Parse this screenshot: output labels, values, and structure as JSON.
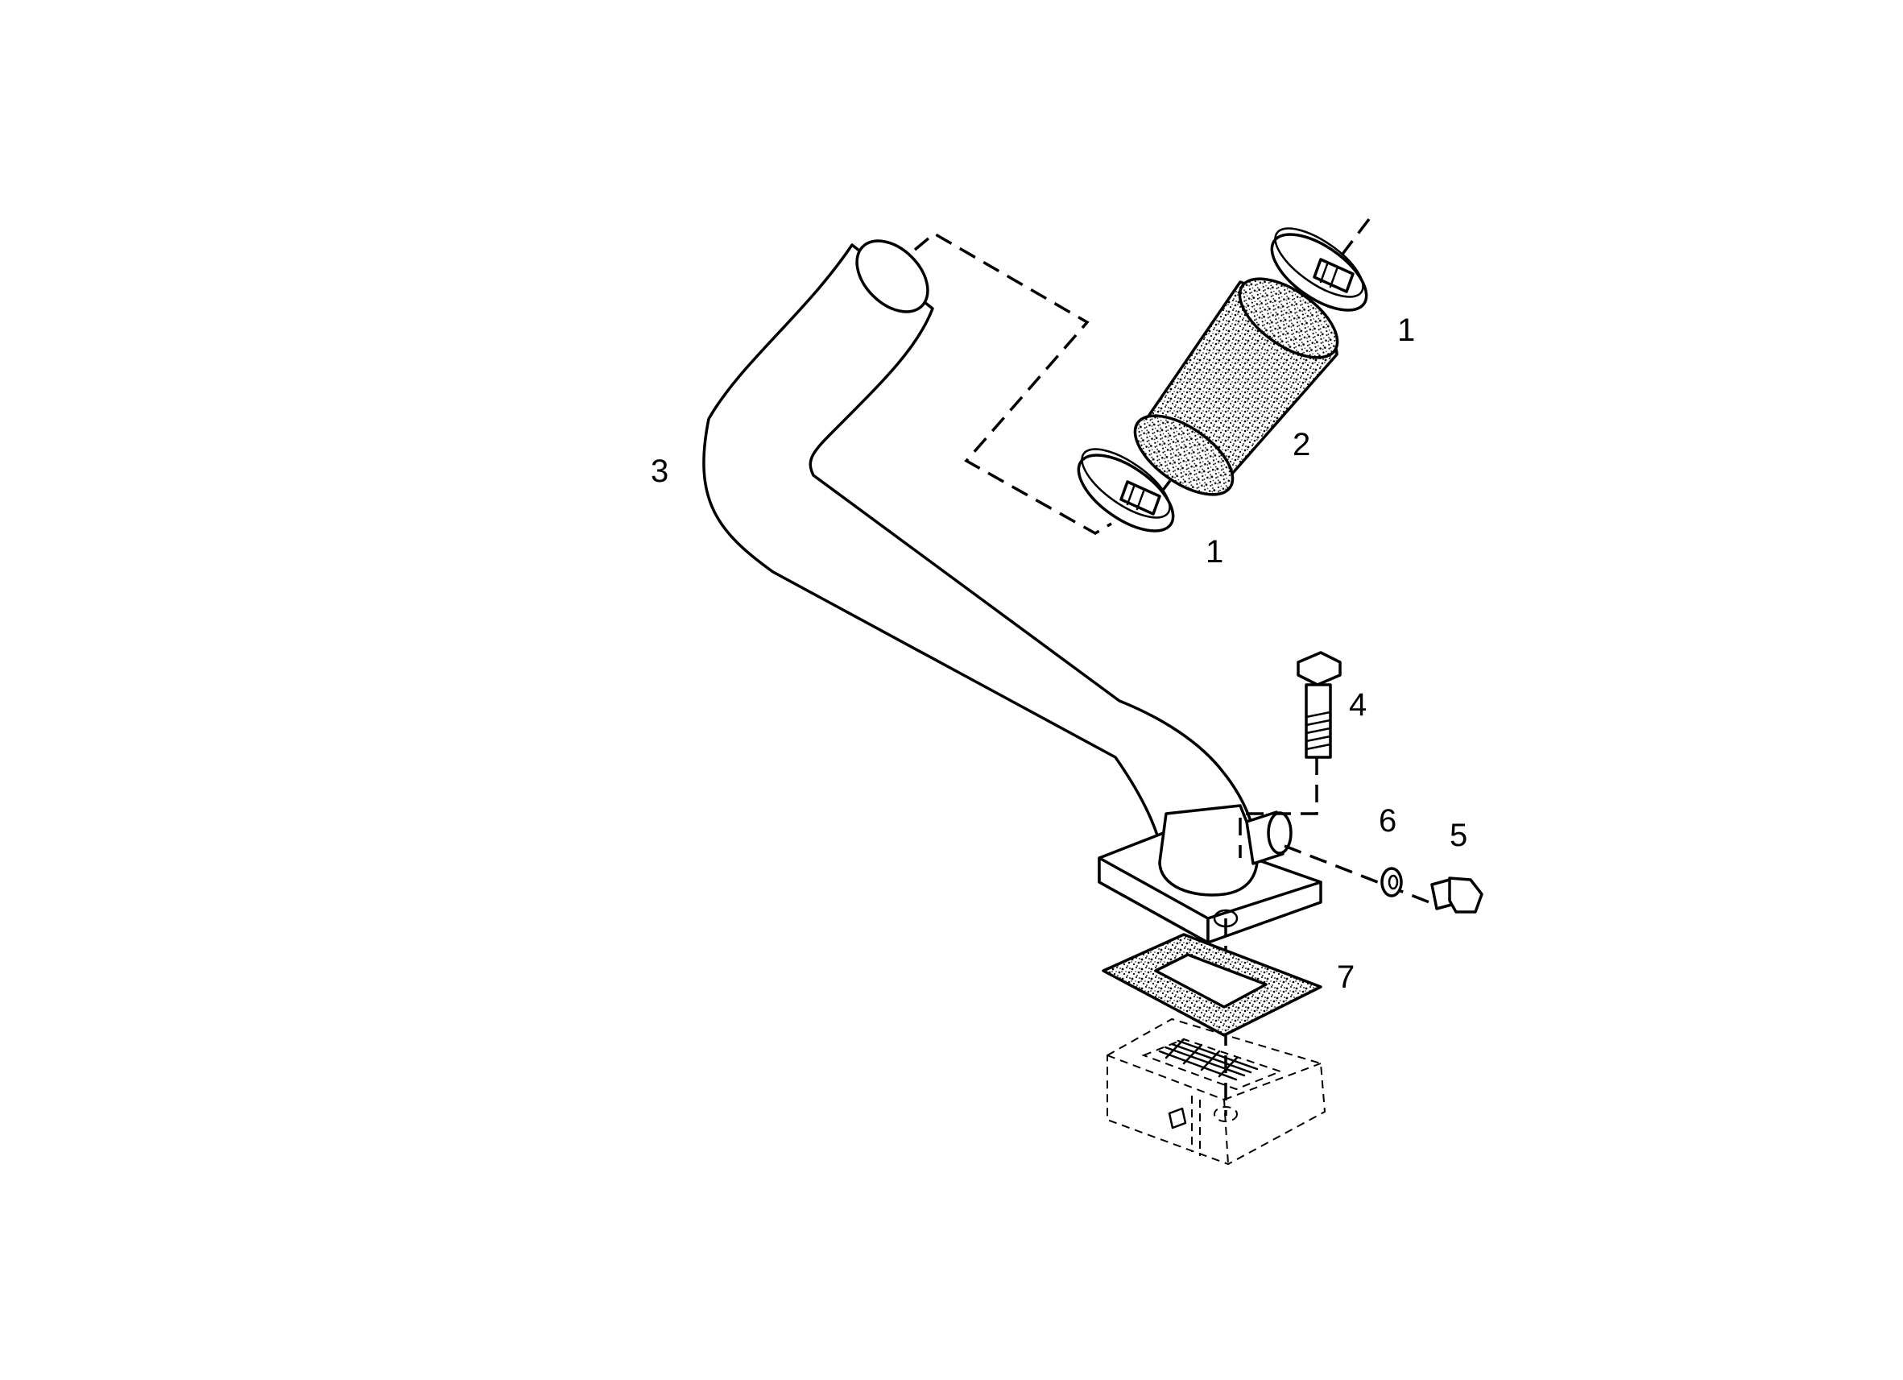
{
  "diagram": {
    "callouts": {
      "c1a": "1",
      "c1b": "1",
      "c2": "2",
      "c3": "3",
      "c4": "4",
      "c5": "5",
      "c6": "6",
      "c7": "7"
    }
  }
}
